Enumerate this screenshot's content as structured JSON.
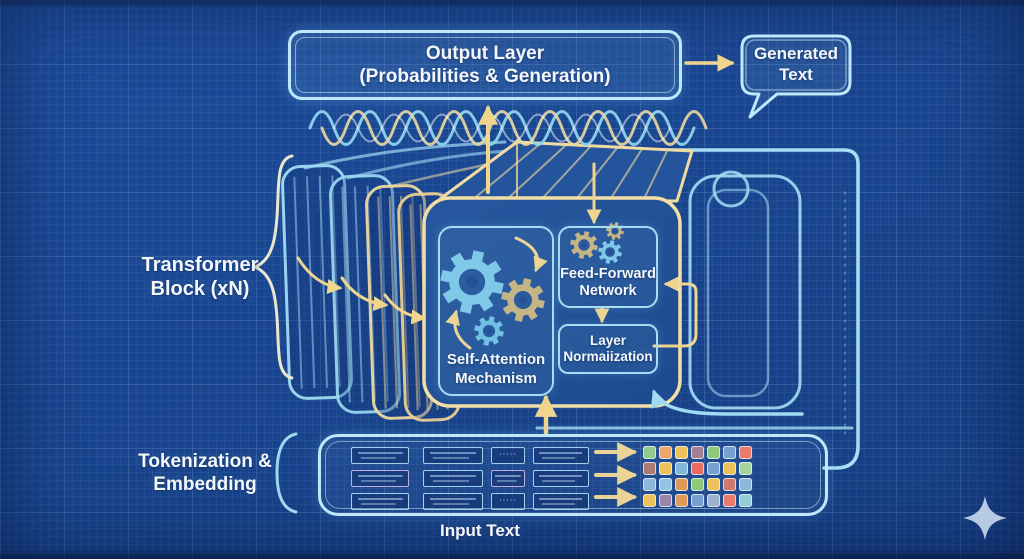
{
  "title": "LLM Transformer architecture blueprint diagram",
  "output_layer": {
    "lines": [
      "Output Layer",
      "(Probabilities & Generation)"
    ]
  },
  "generated_text": {
    "lines": [
      "Generated",
      "Text"
    ]
  },
  "transformer_block": {
    "label_lines": [
      "Transformer",
      "Block (xN)"
    ],
    "self_attention_lines": [
      "Self-Attention",
      "Mechanism"
    ],
    "feed_forward_lines": [
      "Feed-Forward",
      "Network"
    ],
    "layer_norm_lines": [
      "Layer",
      "Normaiization"
    ]
  },
  "tokenization": {
    "label_lines": [
      "Tokenization &",
      "Embedding"
    ]
  },
  "input_text_label": "Input Text",
  "token_box": {
    "dots_label": "·····",
    "rows": [
      [
        "gib",
        "gib",
        "dots",
        "gib"
      ],
      [
        "gib",
        "gib",
        "gib",
        "gib"
      ],
      [
        "gib",
        "gib",
        "dots",
        "gib"
      ]
    ]
  },
  "embedding_grid": {
    "colors": [
      [
        "#93c98b",
        "#eda76b",
        "#edc25b",
        "#a57f92",
        "#8fc979",
        "#7a9fd1",
        "#ed7a6b"
      ],
      [
        "#b07a72",
        "#edc25b",
        "#85b7dd",
        "#ed6b60",
        "#7a9fd1",
        "#edc25b",
        "#a6d59b"
      ],
      [
        "#8fb6dc",
        "#93c4e4",
        "#e09a58",
        "#8fc979",
        "#edc25b",
        "#d1796f",
        "#8fb6dc"
      ],
      [
        "#edc25b",
        "#9c86a8",
        "#e09a58",
        "#7a9fd1",
        "#9db2cc",
        "#ed7a6b",
        "#93cdd6"
      ]
    ]
  },
  "icons": {
    "gear": "gear-icon",
    "sparkle": "sparkle-icon",
    "waves": "sine-wave-icon",
    "brace": "curly-brace",
    "bracket": "square-bracket"
  },
  "colors": {
    "background": "#1a4690",
    "line_cyan": "#a5def5",
    "line_yellow": "#f0d58e",
    "border_light": "#bfe8fa",
    "block_border": "#f2dfa6",
    "gear_cyan": "#7ec8e8",
    "gear_tan": "#c9b37e",
    "text": "#f4f8fc"
  }
}
